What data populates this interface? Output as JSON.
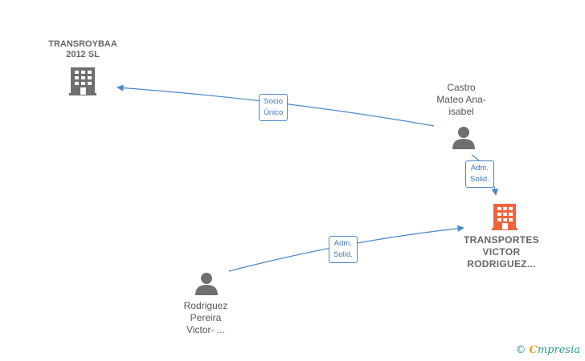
{
  "nodes": [
    {
      "id": "transroybaa",
      "type": "company",
      "label": "TRANSROYBAA\n2012  SL",
      "color": "#6f6f6f"
    },
    {
      "id": "castro",
      "type": "person",
      "label": "Castro\nMateo Ana-\nisabel",
      "color": "#6f6f6f"
    },
    {
      "id": "transportes",
      "type": "company-focus",
      "label": "TRANSPORTES\nVICTOR\nRODRIGUEZ...",
      "color": "#f0643c"
    },
    {
      "id": "rodriguez",
      "type": "person",
      "label": "Rodriguez\nPereira\nVictor- ...",
      "color": "#6f6f6f"
    }
  ],
  "edges": [
    {
      "from": "castro",
      "to": "transroybaa",
      "label": "Socio\nÚnico"
    },
    {
      "from": "castro",
      "to": "transportes",
      "label": "Adm.\nSolid."
    },
    {
      "from": "rodriguez",
      "to": "transportes",
      "label": "Adm.\nSolid."
    }
  ],
  "colors": {
    "edge": "#4a86c8",
    "node_default": "#6f6f6f",
    "node_focus": "#f0643c"
  },
  "brand": {
    "copyright": "©",
    "e": "C",
    "rest": "mpresia"
  }
}
